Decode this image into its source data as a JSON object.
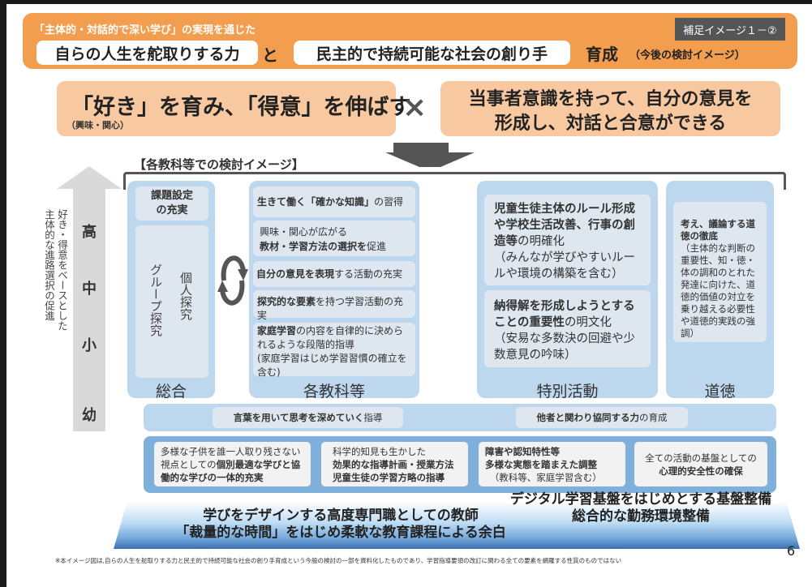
{
  "header": {
    "subtitle": "「主体的・対話的で深い学び」の実現を通じた",
    "badge": "補足イメージ１－②",
    "pill1": "自らの人生を舵取りする力",
    "conj": "と",
    "pill2": "民主的で持続可能な社会の創り手",
    "ikusei": "育成",
    "kentou": "（今後の検討イメージ）"
  },
  "goals": {
    "left_main": "「好き」を育み、「得意」を伸ばす",
    "left_sub": "（興味・関心）",
    "times": "×",
    "right_line1": "当事者意識を持って、自分の意見を",
    "right_line2": "形成し、対話と合意ができる"
  },
  "section_title": "【各教科等での検討イメージ】",
  "side": {
    "vertical_line1": "好き・得意をベースとした",
    "vertical_line2": "主体的な進路選択の促進",
    "levels": [
      "高",
      "中",
      "小",
      "幼"
    ]
  },
  "sougou": {
    "top": [
      "課題設定",
      "の充実"
    ],
    "individual": "個人探究",
    "group": "グループ探究",
    "label": "総合"
  },
  "kakukyouka": {
    "items": [
      [
        {
          "t": "生きて働く「確かな知識」",
          "b": true
        },
        {
          "t": "の習得",
          "b": false
        }
      ],
      [
        {
          "t": "興味・関心が広がる",
          "b": false
        },
        {
          "t": "\n",
          "b": false
        },
        {
          "t": "教材・学習方法の選択を",
          "b": true
        },
        {
          "t": "促進",
          "b": false
        }
      ],
      [
        {
          "t": "自分の意見を表現",
          "b": true
        },
        {
          "t": "する活動の充実",
          "b": false
        }
      ],
      [
        {
          "t": "探究的な要素",
          "b": true
        },
        {
          "t": "を持つ学習活動の充実",
          "b": false
        }
      ],
      [
        {
          "t": "家庭学習",
          "b": true
        },
        {
          "t": "の内容を自律的に決められるような段階的指導",
          "b": false
        },
        {
          "t": "\n",
          "b": false
        },
        {
          "t": "(家庭学習はじめ学習習慣の確立を含む)",
          "b": false
        }
      ]
    ],
    "label": "各教科等"
  },
  "tokubetsu": {
    "items": [
      [
        {
          "t": "児童生徒主体のルール形成や学校生活改善、行事の創造等",
          "b": true
        },
        {
          "t": "の明確化",
          "b": false
        },
        {
          "t": "\n",
          "b": false
        },
        {
          "t": "（みんなが学びやすいルールや環境の構築を含む）",
          "b": false
        }
      ],
      [
        {
          "t": "納得解を形成しようとすることの重要性",
          "b": true
        },
        {
          "t": "の明文化",
          "b": false
        },
        {
          "t": "\n",
          "b": false
        },
        {
          "t": "（安易な多数決の回避や少数意見の吟味）",
          "b": false
        }
      ]
    ],
    "label": "特別活動"
  },
  "doutoku": {
    "item": [
      {
        "t": "考え、議論する道徳の徹底",
        "b": true
      },
      {
        "t": "\n",
        "b": false
      },
      {
        "t": "（主体的な判断の重要性、知・徳・体の調和のとれた発達に向けた、道徳的価値の対立を乗り越える必要性や道徳的実践の強調）",
        "b": false
      }
    ],
    "label": "道徳"
  },
  "common_bar": [
    [
      {
        "t": "言葉を用いて思考を深めていく",
        "b": true
      },
      {
        "t": "指導",
        "b": false
      }
    ],
    [
      {
        "t": "他者と関わり協同する力",
        "b": true
      },
      {
        "t": "の育成",
        "b": false
      }
    ]
  ],
  "foundation_bar": [
    [
      {
        "t": "多様な子供を誰一人取り残さない視点としての",
        "b": false
      },
      {
        "t": "個別最適な学びと協働的な学びの一体的充実",
        "b": true
      }
    ],
    [
      {
        "t": "科学的知見も生かした",
        "b": false
      },
      {
        "t": "\n",
        "b": false
      },
      {
        "t": "効果的な指導計画・授業方法",
        "b": true
      },
      {
        "t": "\n",
        "b": false
      },
      {
        "t": "児童生徒の学習方略の指導",
        "b": true
      }
    ],
    [
      {
        "t": "障害や認知特性等",
        "b": true
      },
      {
        "t": "\n",
        "b": false
      },
      {
        "t": "多様な実態を踏まえた調整",
        "b": true
      },
      {
        "t": "\n",
        "b": false
      },
      {
        "t": "　（教科等、家庭学習含む）",
        "b": false
      }
    ],
    [
      {
        "t": "全ての活動の基盤としての",
        "b": false
      },
      {
        "t": "\n",
        "b": false
      },
      {
        "t": "心理的安全性の確保",
        "b": true
      }
    ]
  ],
  "base": {
    "left1": "学びをデザインする高度専門職としての教師",
    "left2": "「裁量的な時間」をはじめ柔軟な教育課程による余白",
    "right1": "デジタル学習基盤をはじめとする基盤整備",
    "right2": "総合的な勤務環境整備"
  },
  "page_number": "6",
  "footer": "※本イメージ図は,自らの人生を舵取りする力と民主的で持続可能な社会の創り手育成という今般の検討の一部を資料化したものであり、学習指導要領の改訂に関わる全ての要素を網羅する性質のものではない",
  "colors": {
    "header": "#F39D4E",
    "peach": "#F8C9A0",
    "column": "#BDD7EE",
    "foundation": "#7FB0DC"
  }
}
